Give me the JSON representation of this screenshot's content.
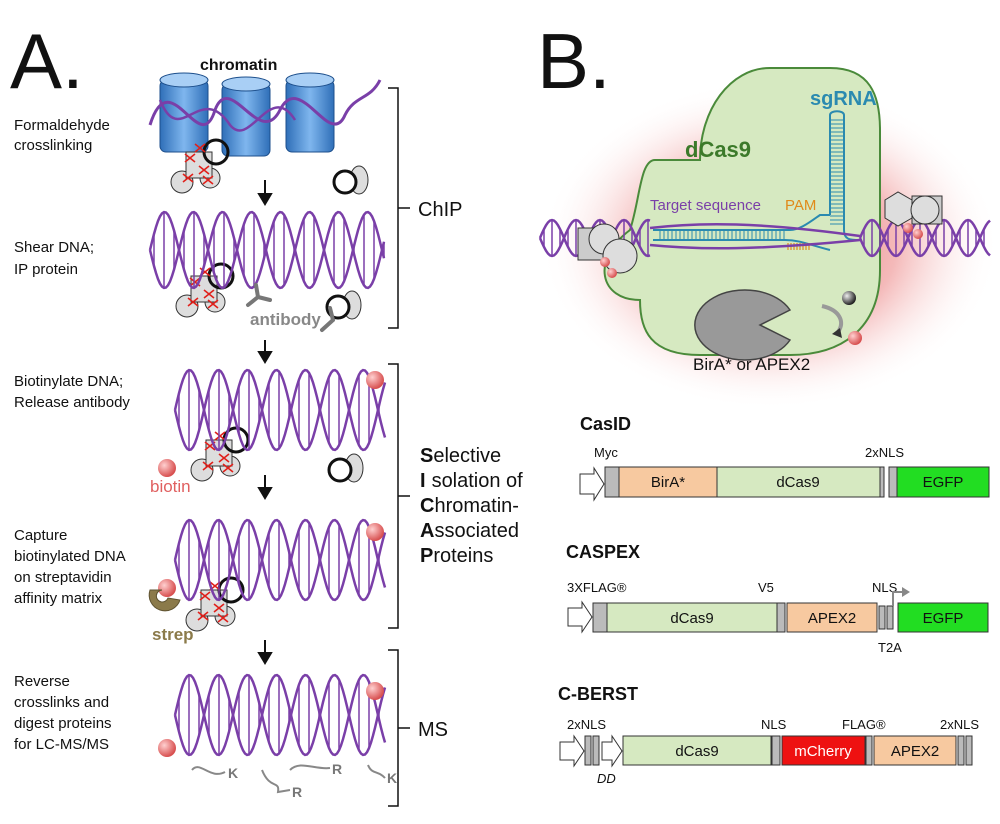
{
  "panel_a": {
    "letter": "A.",
    "chromatin_label": "chromatin",
    "steps": [
      {
        "line1": "Formaldehyde",
        "line2": "crosslinking",
        "line3": ""
      },
      {
        "line1": "Shear DNA;",
        "line2": "IP protein",
        "line3": ""
      },
      {
        "line1": "Biotinylate DNA;",
        "line2": "Release antibody",
        "line3": ""
      },
      {
        "line1": "Capture",
        "line2": "biotinylated DNA",
        "line3": "on streptavidin",
        "line4": "affinity matrix"
      },
      {
        "line1": "Reverse",
        "line2": "crosslinks and",
        "line3": "digest proteins",
        "line4": "for LC-MS/MS"
      }
    ],
    "antibody_label": "antibody",
    "biotin_label": "biotin",
    "strep_label": "strep",
    "chip_label": "ChIP",
    "sicap": {
      "l1_cap": "S",
      "l1_rest": "elective",
      "l2_cap": "I",
      "l2_rest": "solation of",
      "l3_cap": "C",
      "l3_rest": "hromatin-",
      "l4_cap": "A",
      "l4_rest": "ssociated",
      "l5_cap": "P",
      "l5_rest": "roteins"
    },
    "ms_label": "MS",
    "peptides": [
      "K",
      "R",
      "R",
      "K"
    ]
  },
  "panel_b": {
    "letter": "B.",
    "dcas9_label": "dCas9",
    "sgrna_label": "sgRNA",
    "target_label": "Target sequence",
    "pam_label": "PAM",
    "enzyme_label": "BirA* or APEX2",
    "constructs": {
      "casid": {
        "title": "CasID",
        "top_labels": {
          "myc": "Myc",
          "nls": "2xNLS"
        },
        "domains": {
          "bira": "BirA*",
          "dcas9": "dCas9",
          "egfp": "EGFP"
        }
      },
      "caspex": {
        "title": "CASPEX",
        "top_labels": {
          "flag": "3XFLAG®",
          "v5": "V5",
          "nls": "NLS"
        },
        "bottom_labels": {
          "t2a": "T2A"
        },
        "domains": {
          "dcas9": "dCas9",
          "apex2": "APEX2",
          "egfp": "EGFP"
        }
      },
      "cberst": {
        "title": "C-BERST",
        "top_labels": {
          "nls1": "2xNLS",
          "nls2": "NLS",
          "flag": "FLAG®",
          "nls3": "2xNLS"
        },
        "bottom_labels": {
          "dd": "DD"
        },
        "domains": {
          "dcas9": "dCas9",
          "mcherry": "mCherry",
          "apex2": "APEX2"
        }
      }
    }
  },
  "colors": {
    "dna": "#7a3fa8",
    "histone": "#4a90d9",
    "crosslink": "#e0201b",
    "biotin": "#f07070",
    "strep": "#8b7a4a",
    "dcas9_fill": "#d6e9c1",
    "sgrna": "#2a8ab0",
    "pam": "#e08a1a",
    "bira_fill": "#f7c9a0",
    "egfp_fill": "#22dd22",
    "mcherry_fill": "#ee1111",
    "halo": "#e04848"
  }
}
